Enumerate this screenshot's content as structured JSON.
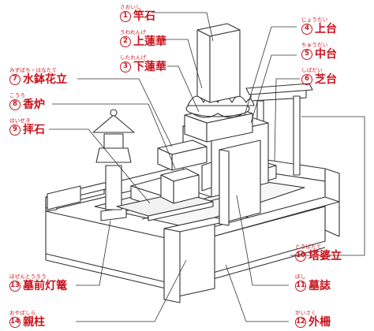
{
  "colors": {
    "accent": "#c8141e",
    "line": "#333333",
    "fill": "#ffffff",
    "shade": "#f4f4f4"
  },
  "labels": [
    {
      "id": "saoishi",
      "num": "1",
      "ruby": "さおいし",
      "name": "竿石"
    },
    {
      "id": "uwarenge",
      "num": "2",
      "ruby": "うわれんげ",
      "name": "上蓮華"
    },
    {
      "id": "shitarenge",
      "num": "3",
      "ruby": "したれんげ",
      "name": "下蓮華"
    },
    {
      "id": "joudai",
      "num": "4",
      "ruby": "じょうだい",
      "name": "上台"
    },
    {
      "id": "chuudai",
      "num": "5",
      "ruby": "ちゅうだい",
      "name": "中台"
    },
    {
      "id": "shibadai",
      "num": "6",
      "ruby": "しばだい",
      "name": "芝台"
    },
    {
      "id": "mizubachi",
      "num": "7",
      "ruby": "みずばち・はなたて",
      "name": "水鉢花立"
    },
    {
      "id": "kouro",
      "num": "8",
      "ruby": "こうろ",
      "name": "香炉"
    },
    {
      "id": "haiseki",
      "num": "9",
      "ruby": "はいせき",
      "name": "拝石"
    },
    {
      "id": "toubatate",
      "num": "10",
      "ruby": "とうばたて",
      "name": "塔婆立"
    },
    {
      "id": "boshi",
      "num": "11",
      "ruby": "ぼし",
      "name": "墓誌"
    },
    {
      "id": "gaisaku",
      "num": "12",
      "ruby": "がいさく",
      "name": "外柵"
    },
    {
      "id": "toudai",
      "num": "13",
      "ruby": "ぼぜんとうろう",
      "name": "墓前灯篭"
    },
    {
      "id": "oyabashira",
      "num": "14",
      "ruby": "おやばしら",
      "name": "親柱"
    }
  ]
}
